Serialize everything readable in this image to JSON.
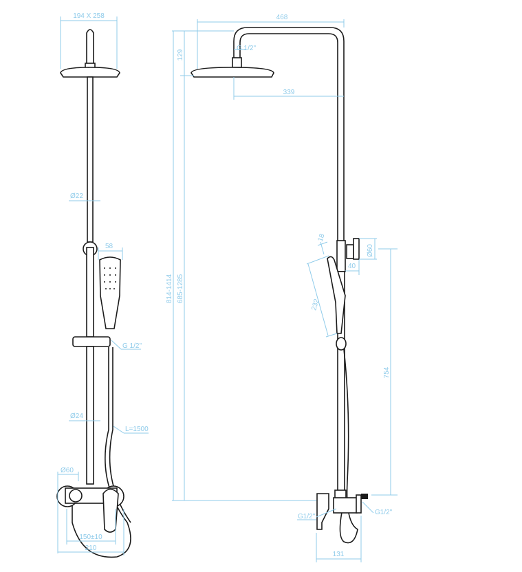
{
  "title": "Shower column technical drawing",
  "colors": {
    "dimension": "#8fcbea",
    "outline": "#1a1a1a"
  },
  "front_view": {
    "head_size": "194 X 258",
    "upper_pipe_diameter": "Ø22",
    "handshower_width": "58",
    "handshower_connection": "G 1/2\"",
    "lower_pipe_diameter": "Ø24",
    "hose_length": "L=1500",
    "wall_disc_diameter": "Ø60",
    "spacing": "150±10",
    "total_width": "210"
  },
  "side_view": {
    "arm_reach": "468",
    "head_height": "129",
    "head_offset": "339",
    "connector": "G 1/2\"",
    "height_range_total": "814-1414",
    "height_range": "685-1285",
    "handshower_depth": "18",
    "handshower_length": "232",
    "holder_diameter": "Ø60",
    "holder_offset": "40",
    "holder_height": "754",
    "inlet_left": "G1/2\"",
    "inlet_right": "G1/2\"",
    "mixer_depth": "131"
  }
}
